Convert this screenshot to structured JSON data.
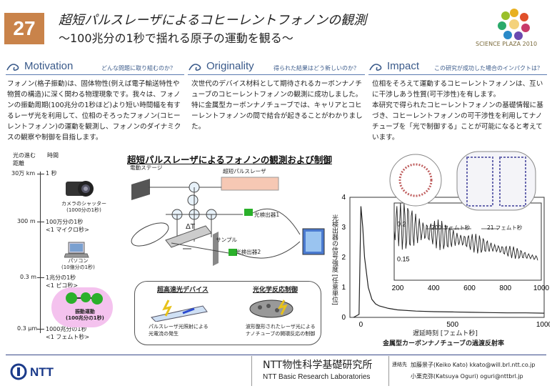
{
  "header": {
    "number": "27",
    "title": "超短パルスレーザによるコヒーレントフォノンの観測",
    "subtitle": "～100兆分の1秒で揺れる原子の運動を観る～",
    "logo_text": "SCIENCE PLAZA 2010"
  },
  "sections": [
    {
      "name": "Motivation",
      "question": "どんな問題に取り組むのか？",
      "body": "フォノン(格子振動)は、固体物性(例えば電子輸送特性や物質の構造)に深く関わる物理現象です。我々は、フォノンの振動周期(100兆分の1秒ほど)より短い時間幅を有するレーザ光を利用して、位相のそろったフォノン(コヒーレントフォノン)の運動を観測し、フォノンのダイナミクスの観察や制御を目指します。"
    },
    {
      "name": "Originality",
      "question": "得られた結果はどう新しいのか？",
      "body": "次世代のデバイス材料として期待されるカーボンナノチューブのコヒーレントフォノンの観測に成功しました。\n特に金属型カーボンナノチューブでは、キャリアとコヒーレントフォノンの間で結合が起きることがわかりました。"
    },
    {
      "name": "Impact",
      "question": "この研究が成功した場合のインパクトは？",
      "body": "位相をそろえて運動するコヒーレントフォノンは、互いに干渉しあう性質(可干渉性)を有します。\n本研究で得られたコヒーレントフォノンの基礎情報に基づき、コヒーレントフォノンの可干渉性を利用してナノチューブを「光で制御する」ことが可能になると考えています。"
    }
  ],
  "timeline": {
    "col_distance": "光の進む\n距離",
    "col_time": "時間",
    "marks": [
      {
        "distance": "30万 km",
        "time": "1 秒"
      },
      {
        "distance": "300 m",
        "time": "100万分の1秒\n<1 マイクロ秒>"
      },
      {
        "distance": "0.3 m",
        "time": "1兆分の1秒\n<1 ピコ秒>"
      },
      {
        "distance": "0.3 μm",
        "time": "1000兆分の1秒\n<1 フェムト秒>"
      }
    ],
    "items": [
      {
        "label": "カメラのシャッター\n(1000分の1秒)"
      },
      {
        "label": "パソコン\n(10億分の1秒)"
      },
      {
        "label": "振動運動\n(100兆分の1秒)"
      }
    ]
  },
  "diagram": {
    "title": "超短パルスレーザによるフォノンの観測および制御",
    "stage": "電動ステージ",
    "laser": "超短パルスレーザ",
    "detector1": "光検出器1",
    "detector2": "光検出器2",
    "delta": "ΔT",
    "sample": "サンプル"
  },
  "applications": [
    {
      "title": "超高速光デバイス",
      "text": "パルスレーザ光照射による\n光電流の発生"
    },
    {
      "title": "光化学反応制御",
      "text": "波形整形されたレーザ光による\nナノチューブの開環反応の制御"
    }
  ],
  "chart_data": {
    "type": "line",
    "xlabel": "遅延時刻 [フェムト秒]",
    "ylabel": "光検出器の信号強度 [任意単位]",
    "caption": "金属型カーボンナノチューブの過渡反射率",
    "xticks": [
      "0",
      "500",
      "1000"
    ],
    "yticks": [
      "0",
      "1",
      "2",
      "3",
      "4"
    ],
    "xlim": [
      -60,
      1000
    ],
    "ylim": [
      0,
      4
    ],
    "series": [
      {
        "x": [
          -40,
          -10,
          0,
          10,
          20,
          40,
          60,
          80,
          100,
          150,
          200,
          300,
          400,
          500,
          600,
          700,
          800,
          900,
          1000
        ],
        "y": [
          0.0,
          0.1,
          3.7,
          3.0,
          2.0,
          1.0,
          0.6,
          0.45,
          0.38,
          0.3,
          0.25,
          0.21,
          0.19,
          0.18,
          0.17,
          0.16,
          0.15,
          0.15,
          0.14
        ]
      }
    ],
    "inset": {
      "xticks": [
        "200",
        "400",
        "600",
        "800",
        "1000"
      ],
      "yticks": [
        "0.15",
        "0.2"
      ],
      "annotations": [
        "200 フェムト秒",
        "21 フェムト秒"
      ]
    }
  },
  "footer": {
    "company": "NTT",
    "lab_jp": "NTT物性科学基礎研究所",
    "lab_en": "NTT Basic Research Laboratories",
    "contact_heading": "連絡先",
    "contacts": [
      "加藤景子(Keiko Kato) kkato@will.brl.ntt.co.jp",
      "小栗克弥(Katsuya Oguri) oguri@nttbrl.jp"
    ]
  }
}
